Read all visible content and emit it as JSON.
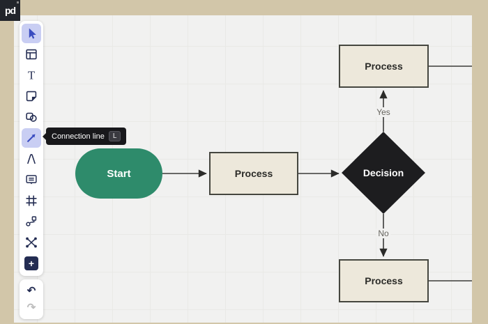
{
  "app": {
    "logo_text": "pd"
  },
  "tooltip": {
    "label": "Connection line",
    "shortcut": "L"
  },
  "toolbar": {
    "tools": [
      {
        "name": "select",
        "icon": "cursor-icon",
        "active": true
      },
      {
        "name": "table",
        "icon": "table-icon",
        "active": false
      },
      {
        "name": "text",
        "icon": "text-icon",
        "active": false
      },
      {
        "name": "note",
        "icon": "note-icon",
        "active": false
      },
      {
        "name": "shapes",
        "icon": "shapes-icon",
        "active": false
      },
      {
        "name": "connection-line",
        "icon": "arrow-up-right-icon",
        "active": true
      },
      {
        "name": "pen",
        "icon": "pen-icon",
        "active": false
      },
      {
        "name": "comment",
        "icon": "comment-icon",
        "active": false
      },
      {
        "name": "frame",
        "icon": "frame-icon",
        "active": false
      },
      {
        "name": "connector-nodes",
        "icon": "connector-icon",
        "active": false
      },
      {
        "name": "mindmap",
        "icon": "mindmap-icon",
        "active": false
      },
      {
        "name": "more-shapes",
        "icon": "plus-icon",
        "active": false
      }
    ],
    "plus_glyph": "+",
    "undo_glyph": "↶",
    "redo_glyph": "↷"
  },
  "canvas": {
    "nodes": {
      "start": {
        "label": "Start",
        "type": "terminator",
        "fill": "#2E8B6B"
      },
      "process_mid": {
        "label": "Process",
        "type": "process",
        "fill": "#EDE8DB"
      },
      "decision": {
        "label": "Decision",
        "type": "decision",
        "fill": "#1D1D1F"
      },
      "process_top": {
        "label": "Process",
        "type": "process",
        "fill": "#EDE8DB"
      },
      "process_bottom": {
        "label": "Process",
        "type": "process",
        "fill": "#EDE8DB"
      }
    },
    "edges": {
      "yes_label": "Yes",
      "no_label": "No"
    }
  },
  "colors": {
    "frame": "#D2C6A9",
    "canvas_bg": "#F1F1F0",
    "grid_line": "#E9E9E6",
    "accent_highlight": "#C9CEF3",
    "icon_navy": "#232C52",
    "icon_blue": "#3A4CC0",
    "connector_stroke": "#3A3A38",
    "process_border": "#45463F"
  }
}
